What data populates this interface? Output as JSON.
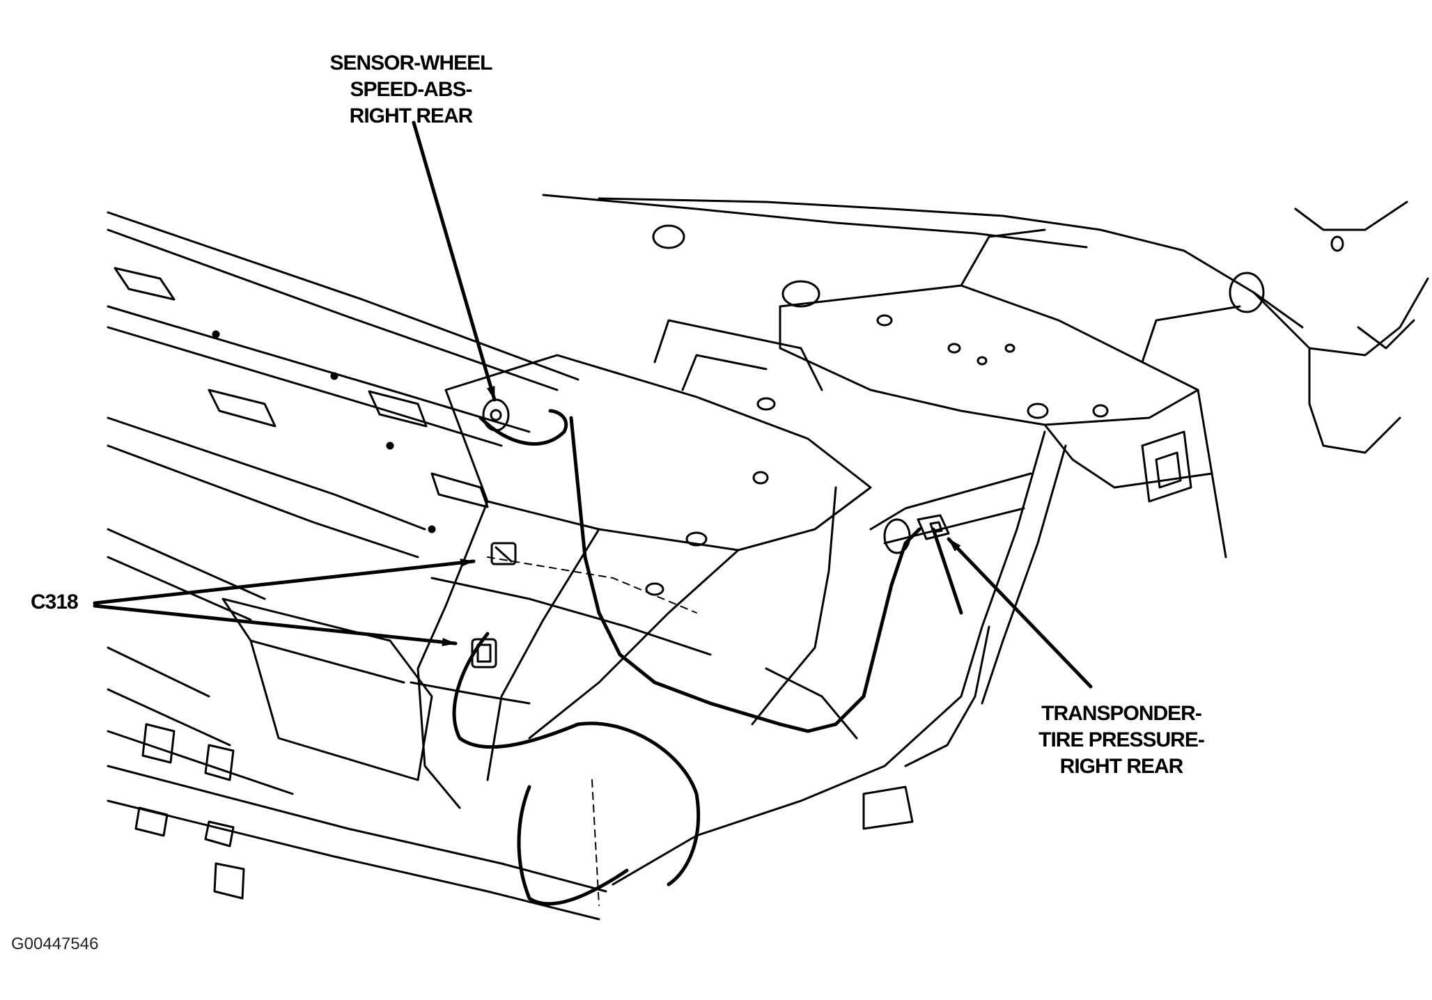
{
  "labels": {
    "sensor": [
      "SENSOR-WHEEL",
      "SPEED-ABS-",
      "RIGHT REAR"
    ],
    "c318": "C318",
    "transponder": [
      "TRANSPONDER-",
      "TIRE PRESSURE-",
      "RIGHT REAR"
    ]
  },
  "figure_id": "G00447546",
  "colors": {
    "ink": "#000000",
    "paper": "#ffffff"
  }
}
